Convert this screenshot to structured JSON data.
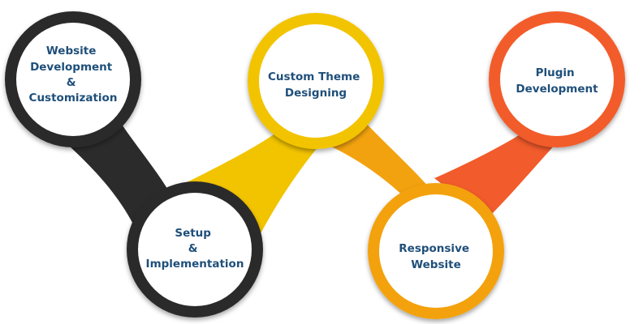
{
  "colors": {
    "black": "#2b2b2b",
    "yellow": "#f2c400",
    "amber": "#f3a20f",
    "red": "#f25b2b",
    "text": "#1f4f7a",
    "circle_fill": "#ffffff"
  },
  "nodes": [
    {
      "id": "website-development",
      "ring": "black",
      "lines": [
        "Website",
        "Development",
        "&",
        "Customization"
      ]
    },
    {
      "id": "setup-implementation",
      "ring": "black",
      "lines": [
        "Setup",
        "&",
        "Implementation"
      ]
    },
    {
      "id": "custom-theme",
      "ring": "yellow",
      "lines": [
        "Custom Theme",
        "Designing"
      ]
    },
    {
      "id": "responsive-website",
      "ring": "amber",
      "lines": [
        "Responsive",
        "Website"
      ]
    },
    {
      "id": "plugin-development",
      "ring": "red",
      "lines": [
        "Plugin",
        "Development"
      ]
    }
  ]
}
